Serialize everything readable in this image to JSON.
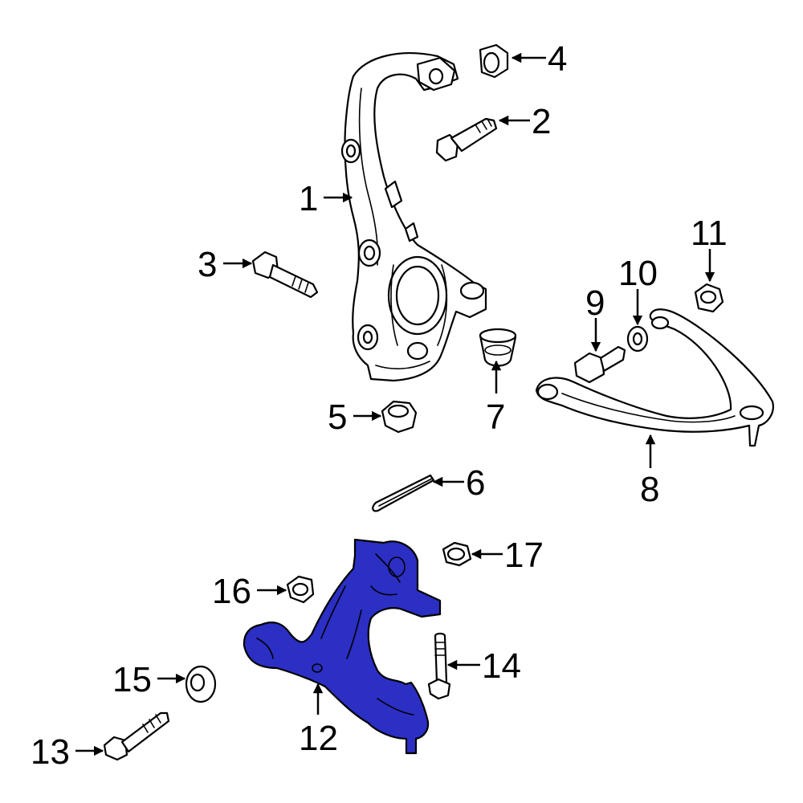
{
  "colors": {
    "background": "#ffffff",
    "line": "#000000",
    "highlight": "#2b2fc4"
  },
  "callouts": {
    "c1": "1",
    "c2": "2",
    "c3": "3",
    "c4": "4",
    "c5": "5",
    "c6": "6",
    "c7": "7",
    "c8": "8",
    "c9": "9",
    "c10": "10",
    "c11": "11",
    "c12": "12",
    "c13": "13",
    "c14": "14",
    "c15": "15",
    "c16": "16",
    "c17": "17"
  },
  "highlighted_part": "12"
}
